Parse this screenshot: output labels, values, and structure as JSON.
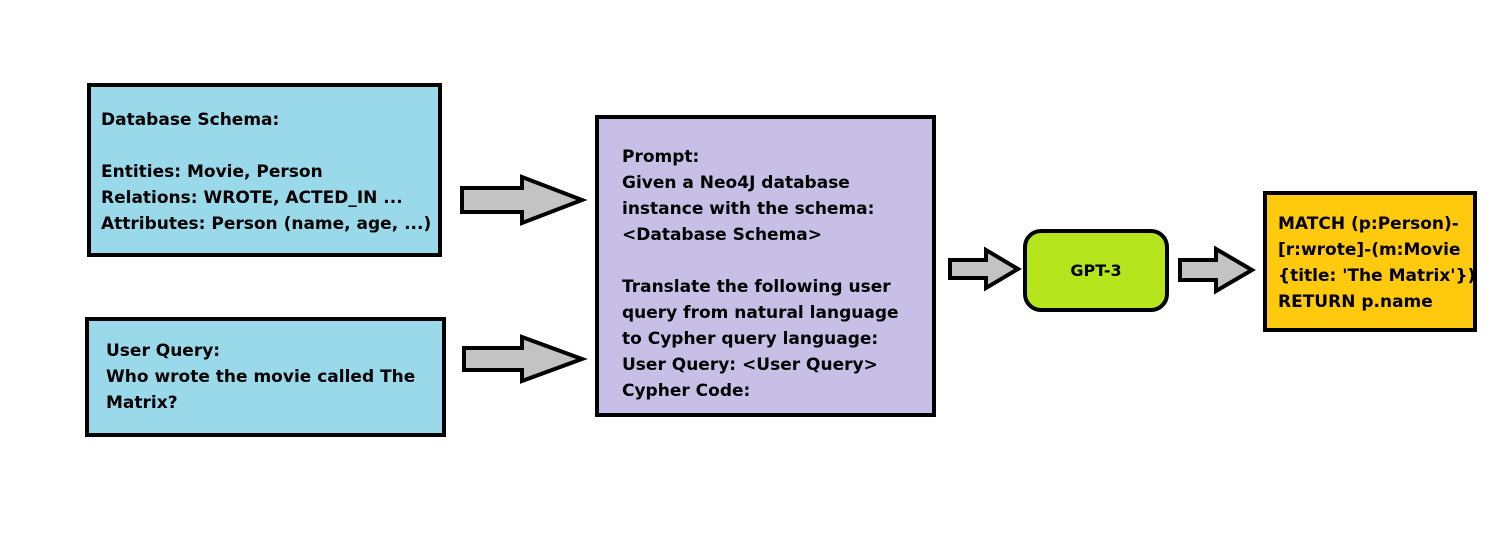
{
  "colors": {
    "input_box": "#99d9ea",
    "prompt_box": "#c8bfe7",
    "model_box": "#b5e61d",
    "output_box": "#ffc90e",
    "arrow_fill": "#c3c3c3",
    "border": "#000000"
  },
  "schema": {
    "lines": [
      "Database Schema:",
      "",
      "Entities: Movie, Person",
      "Relations: WROTE, ACTED_IN ...",
      "Attributes: Person (name, age, ...)"
    ]
  },
  "user_query": {
    "lines": [
      "User Query:",
      "Who wrote the movie called The",
      "Matrix?"
    ]
  },
  "prompt": {
    "lines": [
      "Prompt:",
      "Given a Neo4J database",
      "instance with the schema:",
      "<Database Schema>",
      "",
      "Translate the following user",
      "query from natural language",
      "to Cypher query language:",
      "User Query: <User Query>",
      "Cypher Code:"
    ]
  },
  "model": {
    "label": "GPT-3"
  },
  "output": {
    "lines": [
      "MATCH (p:Person)-",
      "[r:wrote]-(m:Movie",
      "{title: 'The Matrix'})",
      "RETURN p.name"
    ]
  }
}
